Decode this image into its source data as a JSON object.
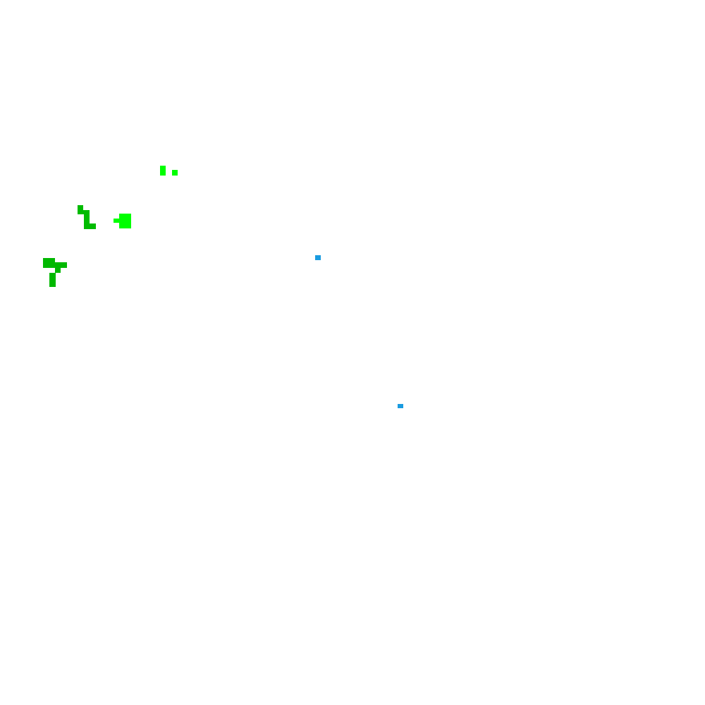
{
  "scene": {
    "background": "#ffffff",
    "clusters": [
      {
        "name": "bright-green-pair",
        "color": "#00ff00"
      },
      {
        "name": "bright-green-block",
        "color": "#00ff00"
      },
      {
        "name": "green-l-shape",
        "color": "#00bb00"
      },
      {
        "name": "green-t-shape",
        "color": "#00b800"
      },
      {
        "name": "blue-dot-upper",
        "color": "#1a9be0"
      },
      {
        "name": "blue-dot-lower",
        "color": "#1a9be0"
      }
    ]
  }
}
